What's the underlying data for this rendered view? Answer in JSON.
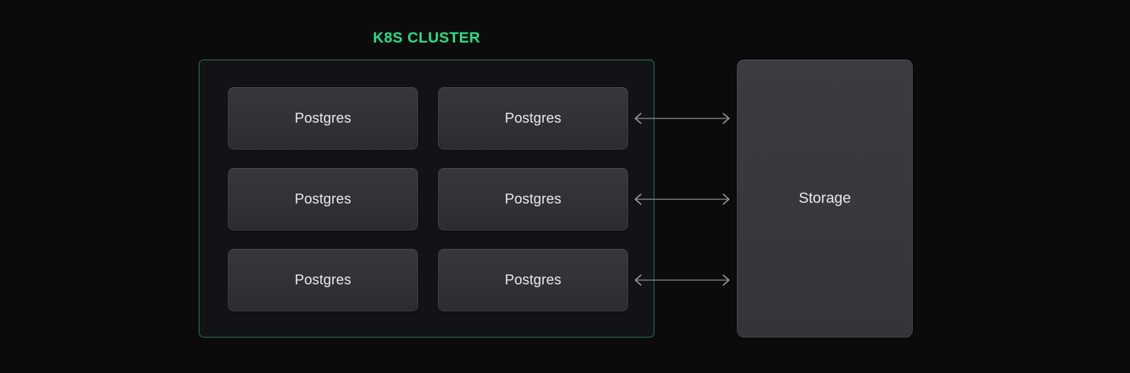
{
  "diagram": {
    "title": "K8S CLUSTER",
    "title_color": "#22e08a",
    "cluster_border_color": "#2d7a55",
    "background_color": "#0b0b0c",
    "pods": [
      {
        "label": "Postgres"
      },
      {
        "label": "Postgres"
      },
      {
        "label": "Postgres"
      },
      {
        "label": "Postgres"
      },
      {
        "label": "Postgres"
      },
      {
        "label": "Postgres"
      }
    ],
    "storage": {
      "label": "Storage",
      "fill_color": "#37393d"
    },
    "connectors": [
      {
        "direction": "bidirectional",
        "color": "#7a8088"
      },
      {
        "direction": "bidirectional",
        "color": "#7a8088"
      },
      {
        "direction": "bidirectional",
        "color": "#7a8088"
      }
    ]
  }
}
